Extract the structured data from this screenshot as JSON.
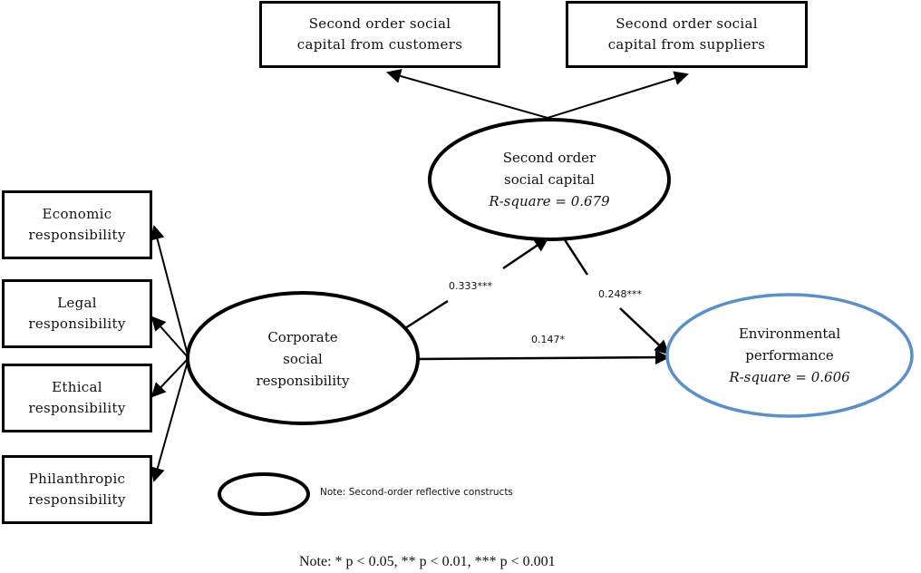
{
  "indicators_top": [
    {
      "line1": "Second order social",
      "line2": "capital from customers"
    },
    {
      "line1": "Second order social",
      "line2": "capital from suppliers"
    }
  ],
  "indicators_left": [
    {
      "line1": "Economic",
      "line2": "responsibility"
    },
    {
      "line1": "Legal",
      "line2": "responsibility"
    },
    {
      "line1": "Ethical",
      "line2": "responsibility"
    },
    {
      "line1": "Philanthropic",
      "line2": "responsibility"
    }
  ],
  "constructs": {
    "social_capital": {
      "line1": "Second order",
      "line2": "social capital",
      "rsquare": "R-square = 0.679"
    },
    "csr": {
      "line1": "Corporate",
      "line2": "social",
      "line3": "responsibility"
    },
    "environmental": {
      "line1": "Environmental",
      "line2": "performance",
      "rsquare": "R-square = 0.606",
      "border_color": "#5b8fc7"
    }
  },
  "paths": {
    "csr_to_social_capital": "0.333***",
    "social_capital_to_environmental": "0.248***",
    "csr_to_environmental": "0.147*"
  },
  "legend": {
    "text": "Note: Second-order reflective constructs"
  },
  "footnote": "Note: * p < 0.05, ** p < 0.01, *** p < 0.001"
}
